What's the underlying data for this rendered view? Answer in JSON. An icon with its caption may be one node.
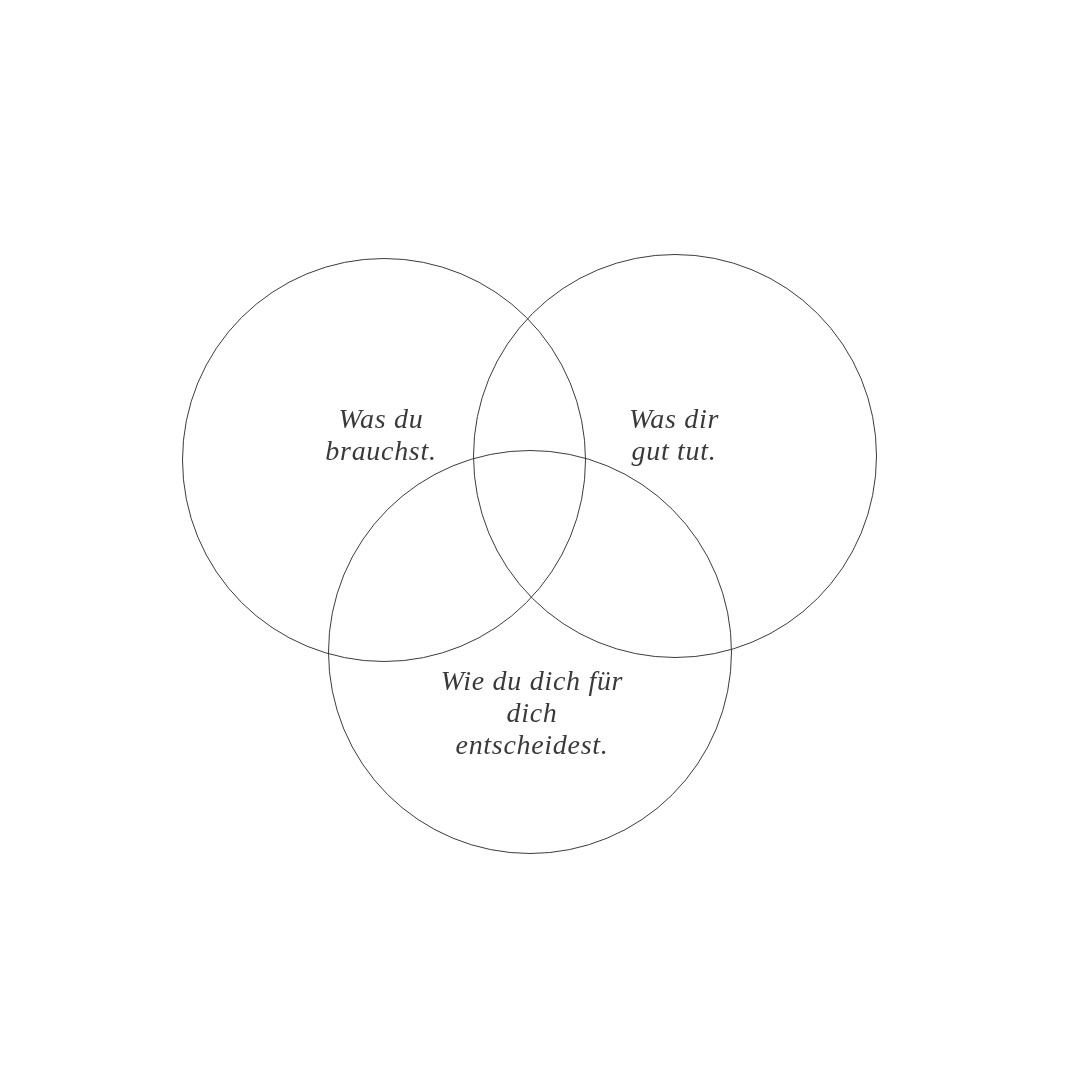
{
  "diagram": {
    "nodes": [
      {
        "text": [
          "Was du brauchst."
        ]
      },
      {
        "text": [
          "Was dir gut tut."
        ]
      },
      {
        "text": [
          "Wie du dich für dich entscheidest."
        ]
      }
    ]
  }
}
